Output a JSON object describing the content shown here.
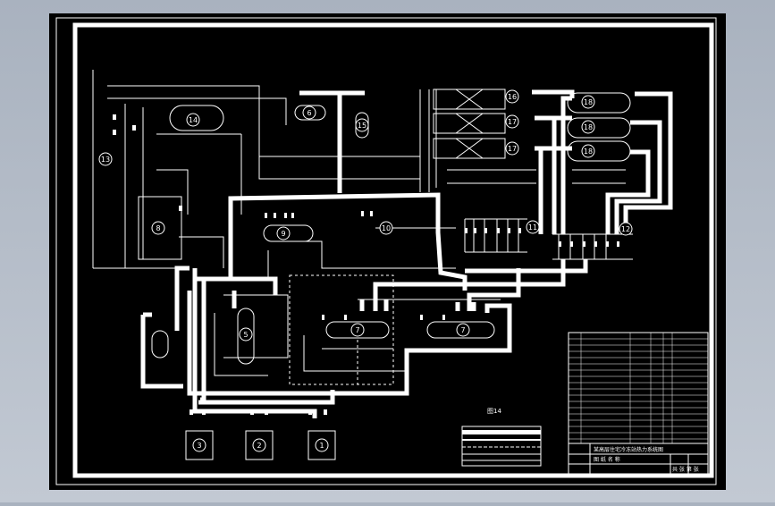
{
  "colors": {
    "background": "#000000",
    "frame": "#ffffff",
    "line": "#ffffff",
    "desktop": "#b4bcc8"
  },
  "equipment_labels": [
    "1",
    "2",
    "3",
    "5",
    "6",
    "7",
    "8",
    "9",
    "10",
    "11",
    "12",
    "13",
    "14",
    "15",
    "16",
    "17",
    "18"
  ],
  "figure_caption": "图14",
  "title_block": {
    "title": "某高层住宅冷冻站热力系统图",
    "drawing_name": "图 纸 名 称",
    "sheet": "共 张 第 张"
  }
}
